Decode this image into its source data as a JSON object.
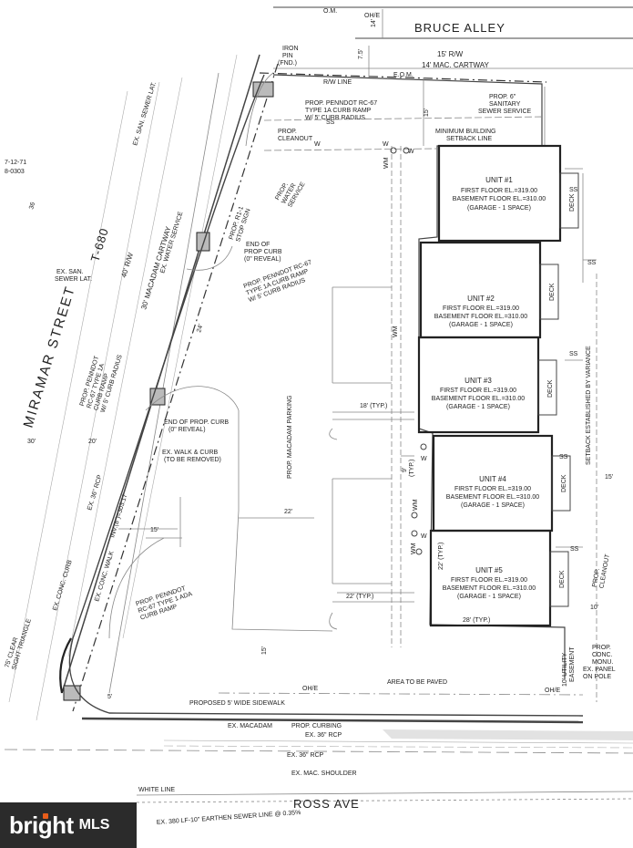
{
  "streets": {
    "bruce_alley": "BRUCE ALLEY",
    "miramar_street": "MIRAMAR  STREET",
    "route": "T-680",
    "ross_ave": "ROSS AVE"
  },
  "top_labels": {
    "om": "O.M.",
    "ohe_top": "OH/E",
    "dim_14": "14'",
    "rw_15": "15' R/W",
    "mac_14": "14' MAC. CARTWAY",
    "eom": "E.O.M.",
    "dim_75": "7.5'",
    "rw_line": "R/W LINE",
    "iron_pin": [
      "IRON",
      "PIN",
      "(FND.)"
    ]
  },
  "miramar_labels": {
    "rw_40": "40' R/W",
    "mac_30": "30' MACADAM CARTWAY",
    "dim_30": "30'",
    "dim_20": "20'"
  },
  "notes": {
    "sanitary": [
      "PROP. 6\"",
      "SANITARY",
      "SEWER SERVICE"
    ],
    "min_setback": [
      "MINIMUM BUILDING",
      "SETBACK LINE"
    ],
    "dim_15_top": "15'",
    "ramp_top": [
      "PROP. PENNDOT RC-67",
      "TYPE 1A CURB RAMP",
      "W/ 5' CURB RADIUS"
    ],
    "cleanout_top": [
      "PROP.",
      "CLEANOUT"
    ],
    "water": [
      "PROP.",
      "WATER",
      "SERVICE"
    ],
    "stop_sign": [
      "PROP. R1-1",
      "STOP SIGN"
    ],
    "end_curb_1": [
      "END OF",
      "PROP CURB",
      "(0\" REVEAL)"
    ],
    "ramp_mid": [
      "PROP. PENNDOT RC-67",
      "TYPE 1A CURB RAMP",
      "W/ 5' CURB RADIUS"
    ],
    "dim_24": "24'",
    "ramp_left": [
      "PROP. PENNDOT",
      "RC-67 TYPE 1A",
      "CURB RAMP",
      "W/ 5' CURB RADIUS"
    ],
    "end_curb_2": [
      "END OF PROP. CURB",
      "(0\" REVEAL)"
    ],
    "ex_walk": [
      "EX. WALK & CURB",
      "(TO BE REMOVED)"
    ],
    "parking": "PROP. MACADAM PARKING",
    "dim_18": "18' (TYP.)",
    "dim_9": [
      "9'",
      "(TYP.)"
    ],
    "dim_22_mid": "22'",
    "dim_15_mid": "15'",
    "dim_22_typ": "22' (TYP.)",
    "dim_22_unit5": [
      "22' (TYP.)"
    ],
    "dim_28": "28' (TYP.)",
    "dim_15_low": "15'",
    "ada_ramp": [
      "PROP. PENNDOT",
      "RC-67 TYPE 1 ADA",
      "CURB RAMP"
    ],
    "ex_conc_curb": "EX. CONC. CURB",
    "ex_conc_walk": "EX. CONC. WALK",
    "inv": "INV.(8\")=303.17",
    "sight": [
      "75' CLEAR",
      "SIGHT TRIANGLE"
    ],
    "area_paved": "AREA TO BE PAVED",
    "sidewalk": "PROPOSED 5' WIDE SIDEWALK",
    "dim_5": "5'",
    "ex_macadam": "EX. MACADAM",
    "prop_curbing": "PROP. CURBING",
    "ex_rcp_1": "EX. 36\" RCP",
    "ex_rcp_2": "EX. 36\" RCP",
    "ex_shoulder": "EX. MAC. SHOULDER",
    "white_line": "WHITE LINE",
    "sewer_bottom": "EX. 380 LF-10\" EARTHEN SEWER LINE @ 0.35%",
    "setback_variance": "SETBACK ESTABLISHED BY VARIANCE",
    "cleanout_right": [
      "PROP.",
      "CLEANOUT"
    ],
    "dim_10": "10'",
    "utility_easement": [
      "10' UTILITY",
      "EASEMENT"
    ],
    "panel": [
      "EX. PANEL",
      "ON POLE"
    ],
    "conc_mon": [
      "PROP.",
      "CONC.",
      "MONU."
    ],
    "dim_15_right": "15'",
    "ss": "SS",
    "ohe": "OH/E",
    "w": "W",
    "wm": "WM"
  },
  "units": [
    {
      "name": "UNIT #1",
      "first": "FIRST FLOOR EL.=319.00",
      "base": "BASEMENT FLOOR EL.=310.00",
      "garage": "(GARAGE - 1 SPACE)",
      "deck": "DECK"
    },
    {
      "name": "UNIT #2",
      "first": "FIRST FLOOR EL.=319.00",
      "base": "BASEMENT FLOOR EL.=310.00",
      "garage": "(GARAGE - 1 SPACE)",
      "deck": "DECK"
    },
    {
      "name": "UNIT #3",
      "first": "FIRST FLOOR EL.=319.00",
      "base": "BASEMENT FLOOR EL.=310.00",
      "garage": "(GARAGE - 1 SPACE)",
      "deck": "DECK"
    },
    {
      "name": "UNIT #4",
      "first": "FIRST FLOOR EL.=319.00",
      "base": "BASEMENT FLOOR EL.=310.00",
      "garage": "(GARAGE - 1 SPACE)",
      "deck": "DECK"
    },
    {
      "name": "UNIT #5",
      "first": "FIRST FLOOR EL.=319.00",
      "base": "BASEMENT FLOOR EL.=310.00",
      "garage": "(GARAGE - 1 SPACE)",
      "deck": "DECK"
    }
  ],
  "left_margin": {
    "road_label_1": "EX. SAN. SEWER LAT.",
    "road_label_2": "EX. WATER SERVICE",
    "road_label_3": "EX. 36\" RCP",
    "date": "7-12-71",
    "ref": "8-0303",
    "ex_san": [
      "EX. SAN.",
      "SEWER LAT."
    ],
    "elev": "36"
  },
  "watermark": {
    "brand": "bright",
    "suffix": "MLS",
    "colors": {
      "bg": "#2b2b2b",
      "accent": "#e85d1a"
    }
  }
}
